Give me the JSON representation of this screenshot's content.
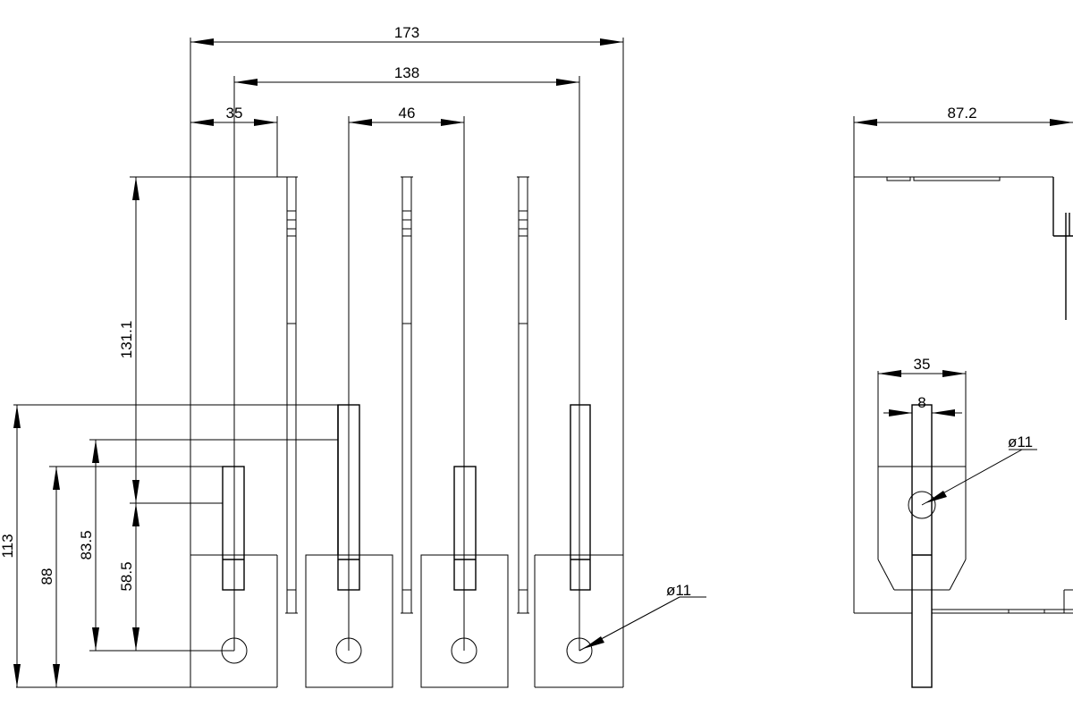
{
  "dimensions": {
    "overall_width": "173",
    "centre_spacing": "138",
    "busbar_width_front": "35",
    "pitch": "46",
    "side_width": "87.2",
    "busbar_width_side": "35",
    "busbar_thickness": "8",
    "height_top": "131.1",
    "height_overall": "113",
    "height_88": "88",
    "height_83_5": "83.5",
    "height_58_5": "58.5",
    "hole_front": "ø11",
    "hole_side": "ø11"
  },
  "colors": {
    "line": "#000000",
    "background": "#ffffff"
  }
}
